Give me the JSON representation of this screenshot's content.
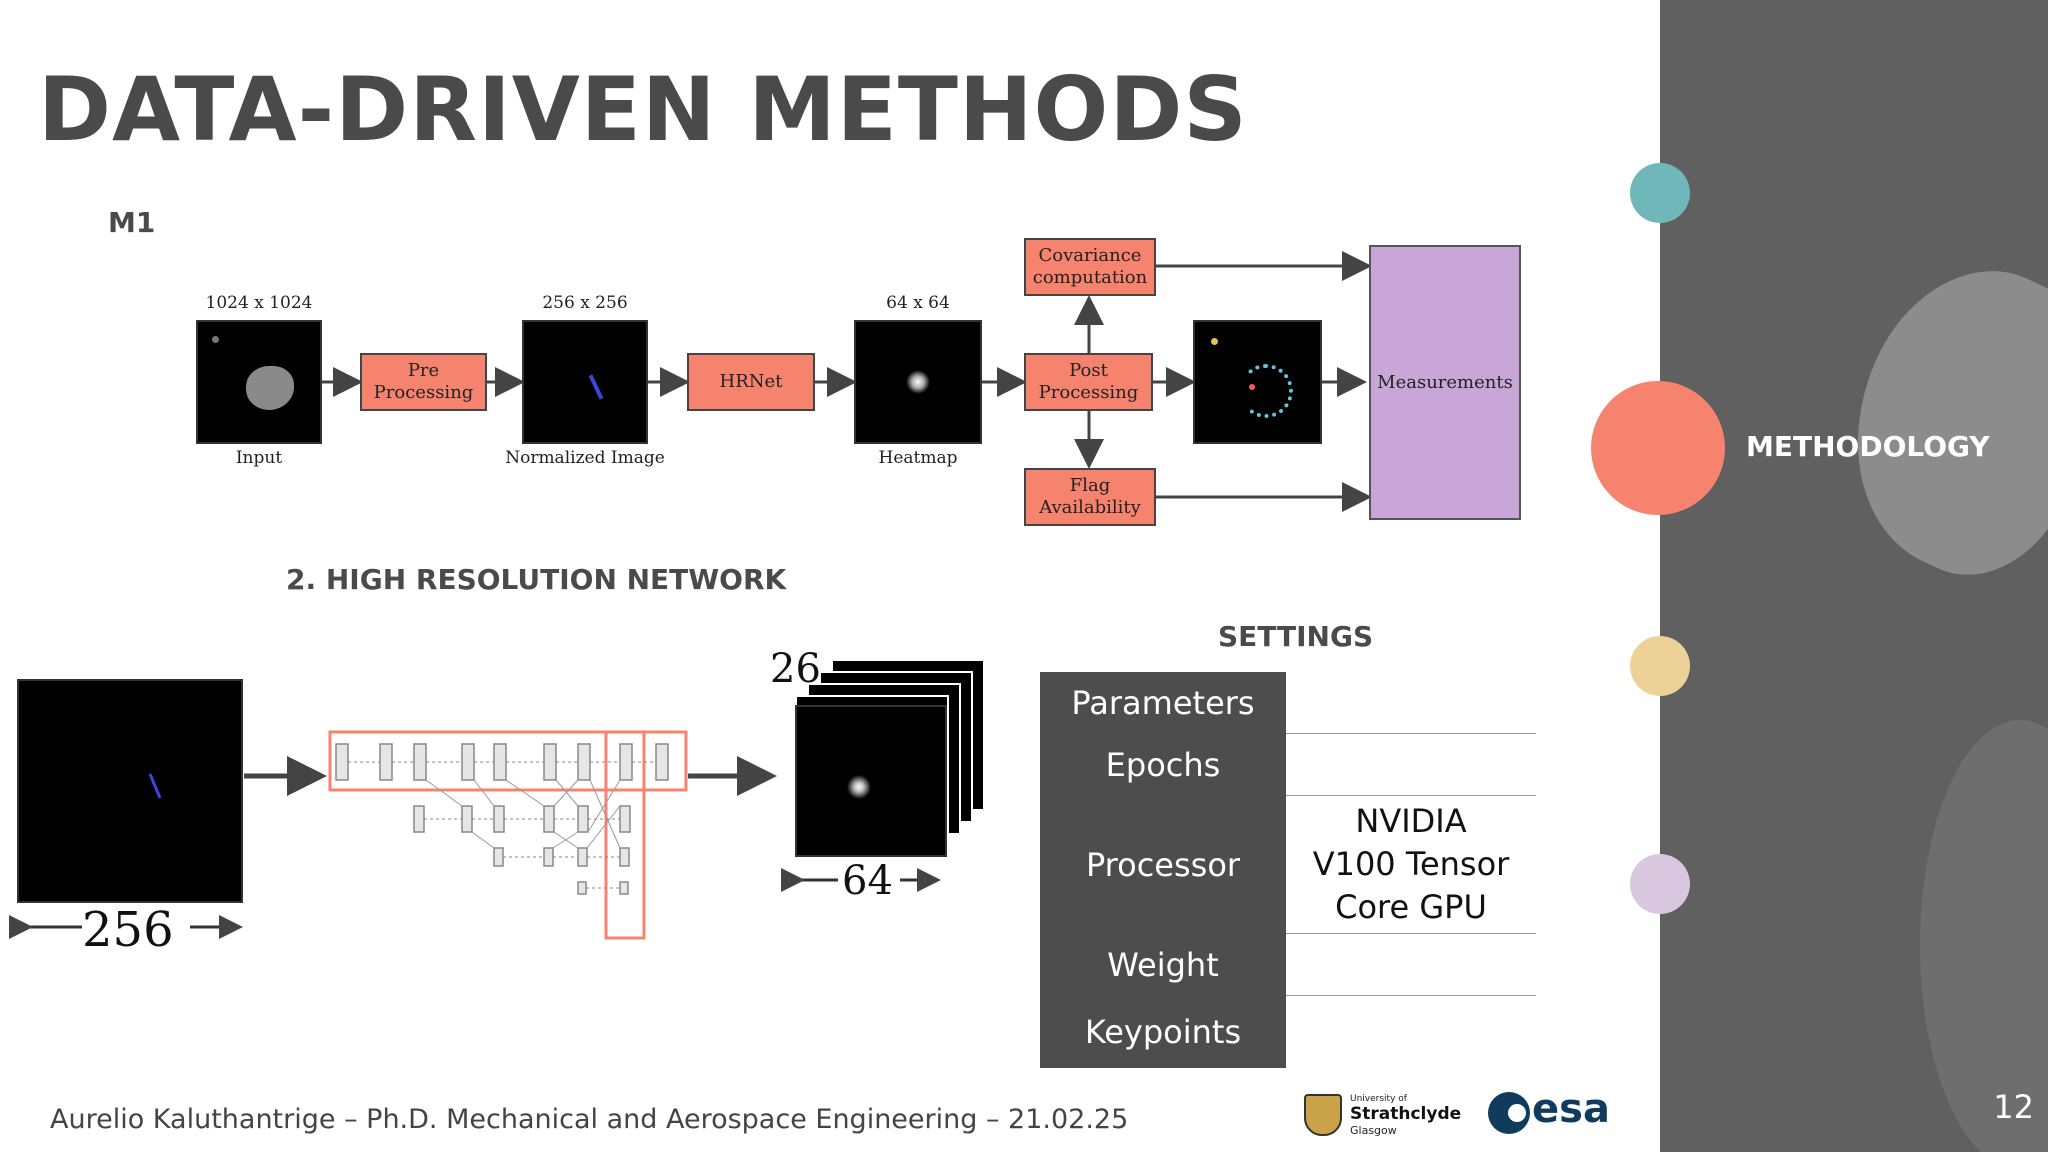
{
  "slide": {
    "title": "DATA-DRIVEN METHODS",
    "m1_label": "M1",
    "hrnet_section": "2. HIGH RESOLUTION NETWORK",
    "settings_title": "SETTINGS",
    "page_number": "12",
    "footer": "Aurelio Kaluthantrige – Ph.D. Mechanical and Aerospace Engineering – 21.02.25"
  },
  "pipeline": {
    "input_size": "1024 x 1024",
    "input_label": "Input",
    "pre_processing": "Pre Processing",
    "norm_size": "256 x 256",
    "norm_label": "Normalized Image",
    "hrnet": "HRNet",
    "heat_size": "64 x 64",
    "heat_label": "Heatmap",
    "covariance": "Covariance computation",
    "post_processing": "Post Processing",
    "flag": "Flag Availability",
    "measurements": "Measurements"
  },
  "network": {
    "input_dim": "256",
    "output_channels": "26",
    "output_dim": "64"
  },
  "settings": [
    {
      "key": "Parameters",
      "value": ""
    },
    {
      "key": "Epochs",
      "value": ""
    },
    {
      "key": "Processor",
      "value": "NVIDIA V100 Tensor Core GPU"
    },
    {
      "key": "Weight",
      "value": ""
    },
    {
      "key": "Keypoints",
      "value": ""
    }
  ],
  "sidebar": {
    "active_section": "METHODOLOGY",
    "colors": {
      "teal": "#6fb7b8",
      "coral": "#f6836e",
      "yellow": "#ecd296",
      "lilac": "#d9c6df",
      "panel": "#606060"
    }
  },
  "logos": {
    "strathclyde_small": "University of",
    "strathclyde_name": "Strathclyde",
    "strathclyde_city": "Glasgow",
    "esa": "esa"
  }
}
